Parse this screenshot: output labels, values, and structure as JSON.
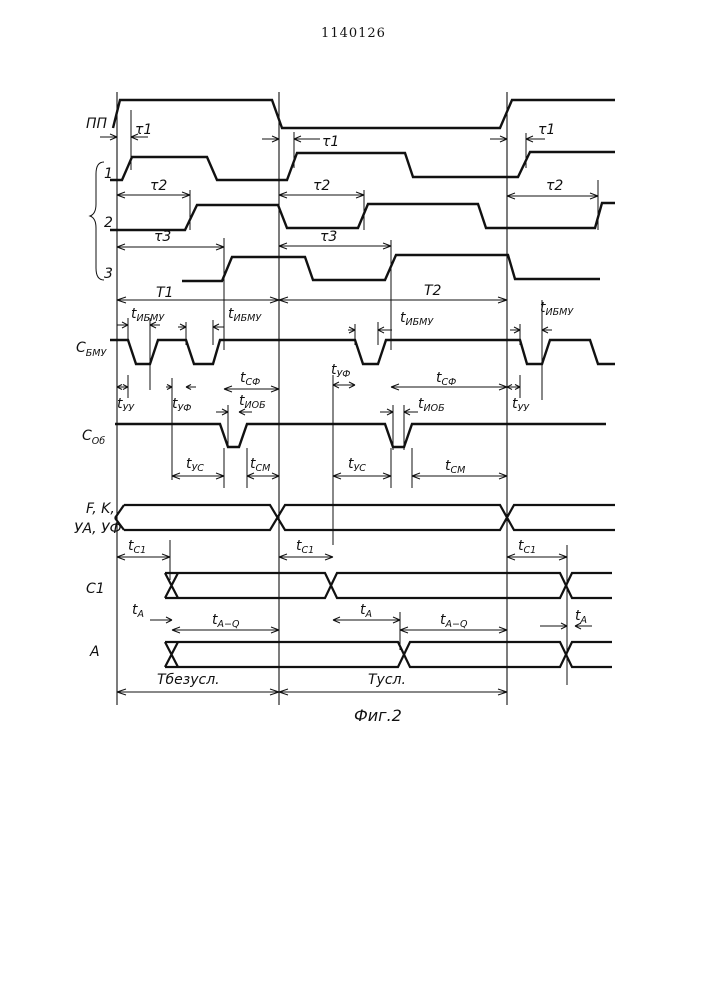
{
  "page_number": "1140126",
  "caption": "Фиг.2",
  "signals": {
    "pp": "ПП",
    "n1": "1",
    "n2": "2",
    "n3": "3",
    "sbmu": {
      "main": "C",
      "sub": "БМУ"
    },
    "sob": {
      "main": "C",
      "sub": "Об"
    },
    "fk": "F, K,",
    "ua": "УА, УФ",
    "c1": "C1",
    "a": "A"
  },
  "labels": {
    "tau1": "τ1",
    "tau2": "τ2",
    "tau3": "τ3",
    "T1": "T1",
    "T2": "T2",
    "t": "t",
    "sub_ibmu": "ИБМУ",
    "sub_uy": "УУ",
    "sub_uf": "УФ",
    "sub_sf": "СФ",
    "sub_iob": "ИОБ",
    "sub_us": "УС",
    "sub_sm": "СМ",
    "sub_c1": "С1",
    "sub_a": "A",
    "sub_aq": "A−Q",
    "t_bezusl": "Тбезусл.",
    "t_usl": "Tусл."
  }
}
